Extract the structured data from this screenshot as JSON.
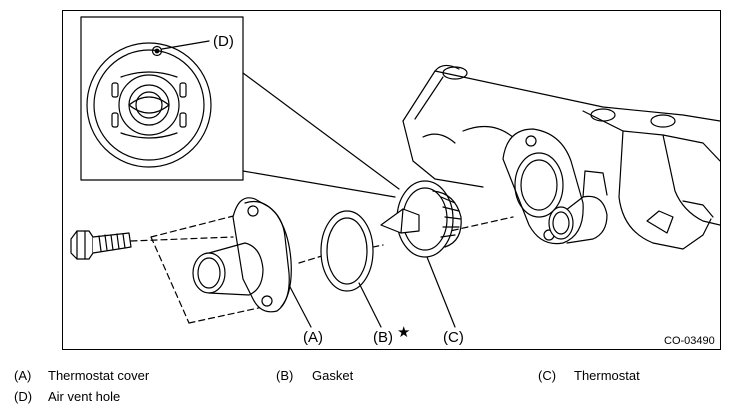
{
  "figure": {
    "callouts": {
      "a": "(A)",
      "b": "(B)",
      "b_mark": "★",
      "c": "(C)",
      "d": "(D)"
    },
    "figure_code": "CO-03490"
  },
  "legend": [
    {
      "key": "(A)",
      "label": "Thermostat cover"
    },
    {
      "key": "(B)",
      "label": "Gasket"
    },
    {
      "key": "(C)",
      "label": "Thermostat"
    },
    {
      "key": "(D)",
      "label": "Air vent hole"
    }
  ]
}
